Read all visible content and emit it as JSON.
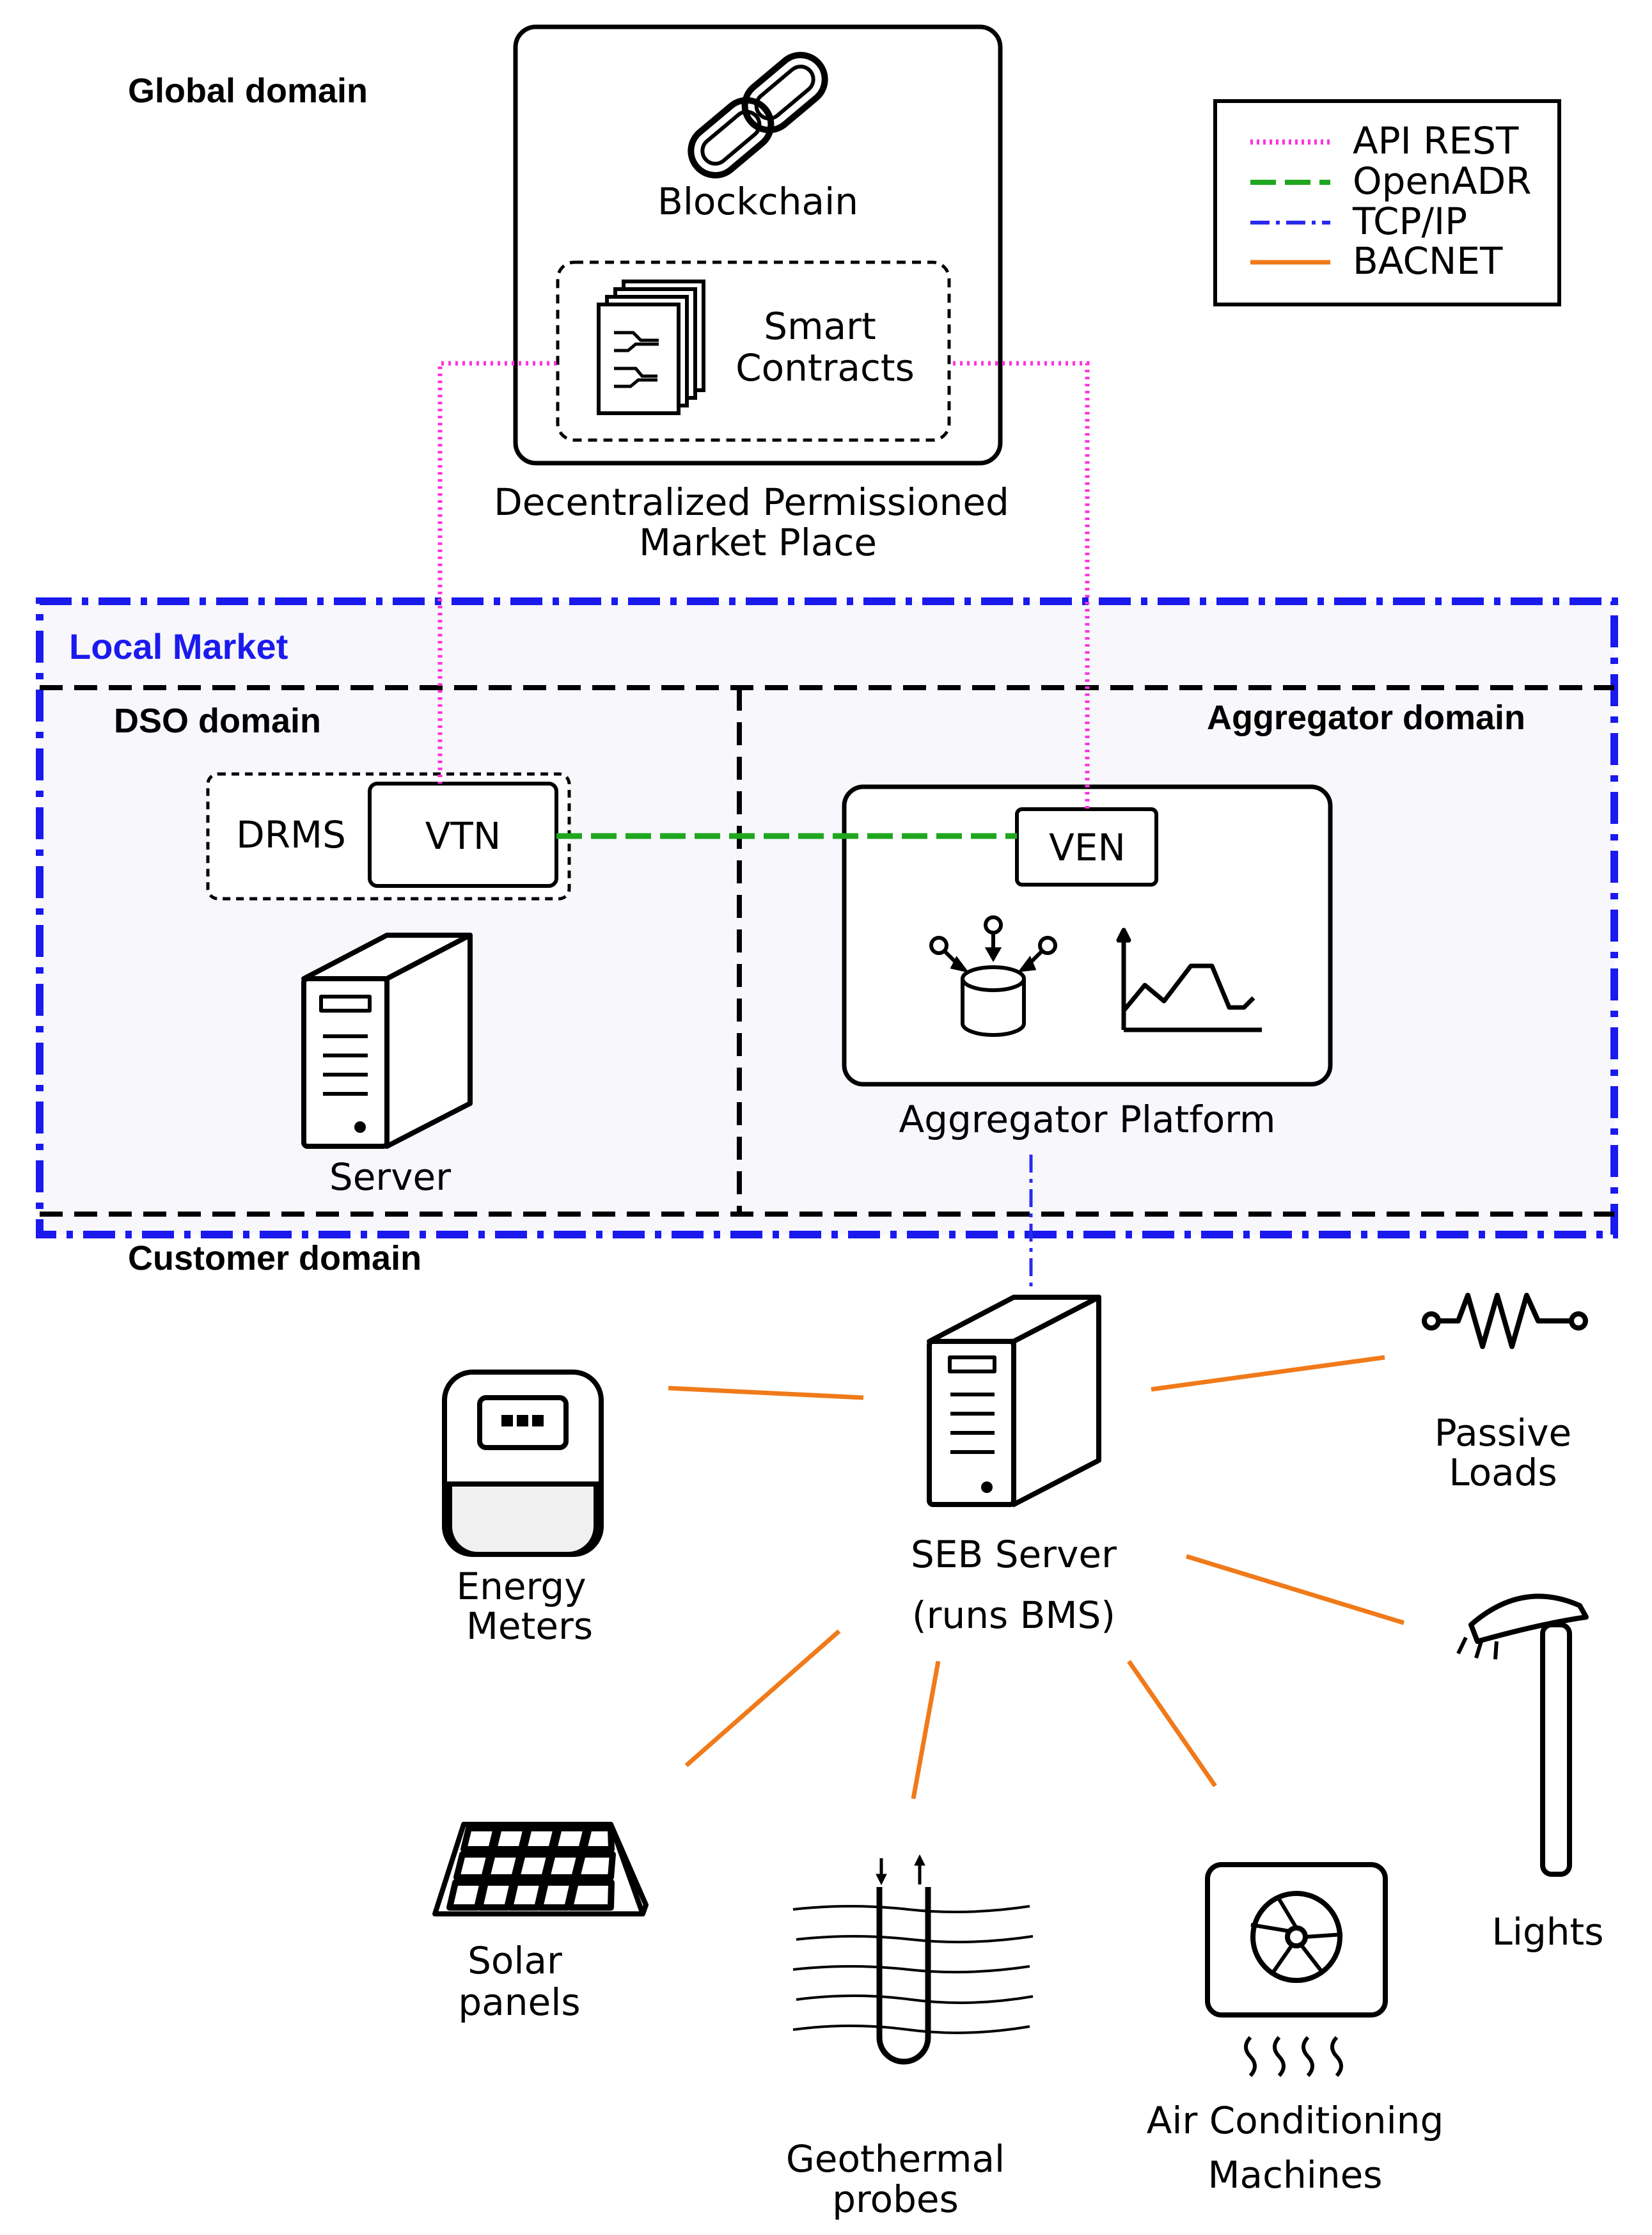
{
  "domains": {
    "global": "Global domain",
    "local_market": "Local Market",
    "dso": "DSO domain",
    "aggregator": "Aggregator domain",
    "customer": "Customer domain"
  },
  "blockchain": {
    "title": "Blockchain",
    "smart_contracts_line1": "Smart",
    "smart_contracts_line2": "Contracts",
    "caption_line1": "Decentralized Permissioned",
    "caption_line2": "Market Place"
  },
  "legend": [
    {
      "label": "API REST",
      "color": "#ff33dd",
      "style": "dotted"
    },
    {
      "label": "OpenADR",
      "color": "#1fa61f",
      "style": "dashed"
    },
    {
      "label": "TCP/IP",
      "color": "#2a2aee",
      "style": "dash-dot"
    },
    {
      "label": "BACNET",
      "color": "#f07a1a",
      "style": "solid"
    }
  ],
  "dso": {
    "drms": "DRMS",
    "vtn": "VTN",
    "server": "Server"
  },
  "aggregator_platform": {
    "ven": "VEN",
    "caption": "Aggregator Platform"
  },
  "customer": {
    "seb_line1": "SEB Server",
    "seb_line2": "(runs BMS)",
    "energy_line1": "Energy",
    "energy_line2": "Meters",
    "passive_line1": "Passive",
    "passive_line2": "Loads",
    "lights": "Lights",
    "solar_line1": "Solar",
    "solar_line2": "panels",
    "geo_line1": "Geothermal",
    "geo_line2": "probes",
    "ac_line1": "Air Conditioning",
    "ac_line2": "Machines"
  },
  "colors": {
    "local_market_border": "#1a1aee",
    "local_market_fill": "#f7f7fc",
    "api_rest": "#ff33dd",
    "openadr": "#1fa61f",
    "tcpip": "#2a2aee",
    "bacnet": "#f07a1a"
  }
}
